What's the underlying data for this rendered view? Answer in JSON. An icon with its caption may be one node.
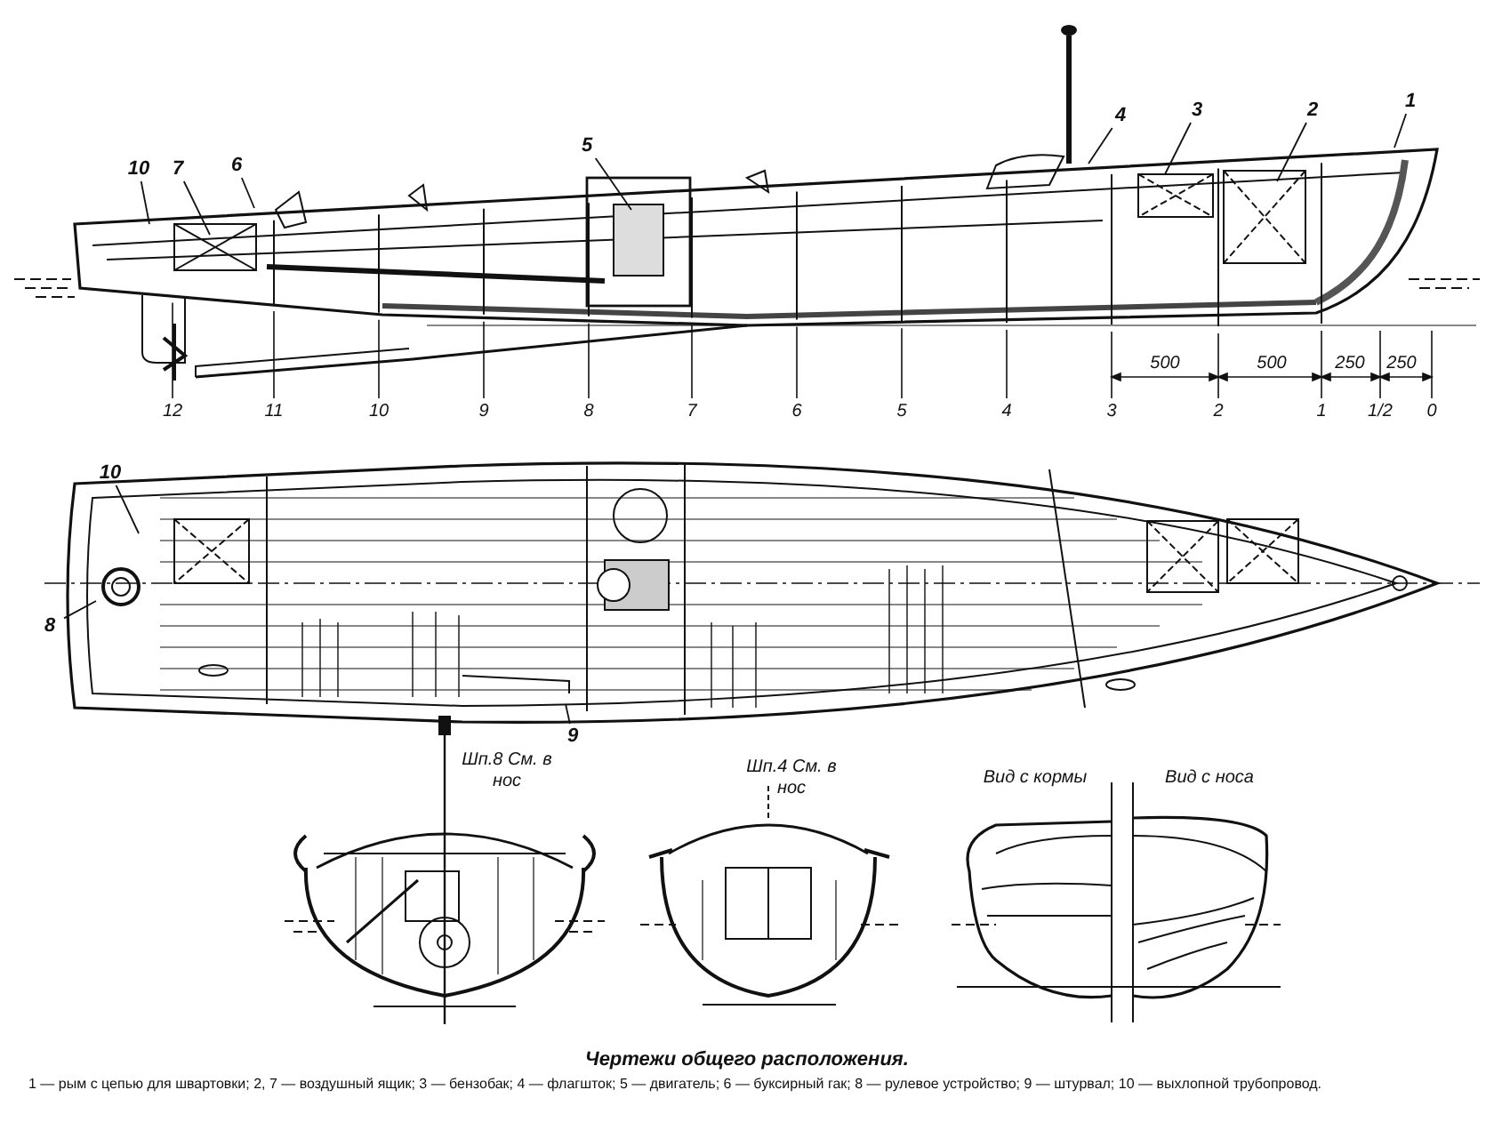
{
  "diagram": {
    "title": "Чертежи общего расположения.",
    "caption": "1 — рым с цепью для швартовки; 2, 7 — воздушный ящик; 3 — бензобак; 4 — флагшток; 5 — двигатель; 6 — буксирный гак; 8 — рулевое устройство; 9 — штурвал; 10 — выхлопной трубопровод.",
    "nodes": [
      {
        "text": [
          "10"
        ]
      },
      {
        "text": [
          "7"
        ]
      },
      {
        "text": [
          "6"
        ]
      },
      {
        "text": [
          "5"
        ]
      },
      {
        "text": [
          "4"
        ]
      },
      {
        "text": [
          "3"
        ]
      },
      {
        "text": [
          "2"
        ]
      },
      {
        "text": [
          "1"
        ]
      },
      {
        "text": [
          "10"
        ]
      },
      {
        "text": [
          "8"
        ]
      },
      {
        "text": [
          "9"
        ]
      }
    ],
    "edges": [
      {
        "from": 0,
        "to": null,
        "arrow": "none"
      },
      {
        "from": 1,
        "to": null,
        "arrow": "none"
      },
      {
        "from": 2,
        "to": null,
        "arrow": "none"
      },
      {
        "from": 3,
        "to": null,
        "arrow": "none"
      },
      {
        "from": 4,
        "to": null,
        "arrow": "none"
      },
      {
        "from": 5,
        "to": null,
        "arrow": "none"
      },
      {
        "from": 6,
        "to": null,
        "arrow": "none"
      },
      {
        "from": 7,
        "to": null,
        "arrow": "none"
      },
      {
        "from": 8,
        "to": null,
        "arrow": "none"
      },
      {
        "from": 9,
        "to": null,
        "arrow": "none"
      },
      {
        "from": 10,
        "to": null,
        "arrow": "none"
      }
    ],
    "labels": [
      "500",
      "500",
      "250",
      "250",
      "12",
      "11",
      "10",
      "9",
      "8",
      "7",
      "6",
      "5",
      "4",
      "3",
      "2",
      "1",
      "1/2",
      "0",
      "Шп.8 См. в нос",
      "Шп.4 См. в нос",
      "Вид с кормы",
      "Вид с носа"
    ]
  }
}
